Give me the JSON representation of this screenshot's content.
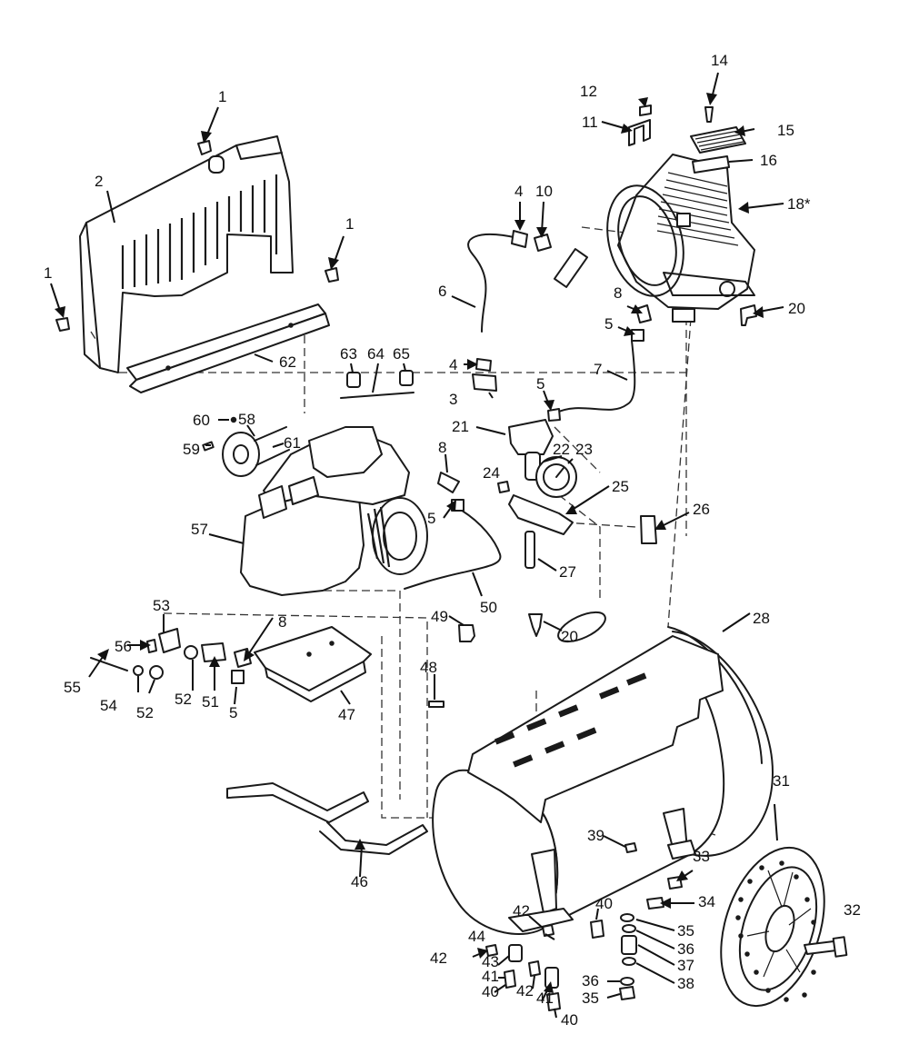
{
  "callouts": [
    {
      "id": "c1a",
      "text": "1"
    },
    {
      "id": "c1b",
      "text": "1"
    },
    {
      "id": "c1c",
      "text": "1"
    },
    {
      "id": "c2",
      "text": "2"
    },
    {
      "id": "c3",
      "text": "3"
    },
    {
      "id": "c4a",
      "text": "4"
    },
    {
      "id": "c4b",
      "text": "4"
    },
    {
      "id": "c5a",
      "text": "5"
    },
    {
      "id": "c5b",
      "text": "5"
    },
    {
      "id": "c5c",
      "text": "5"
    },
    {
      "id": "c5d",
      "text": "5"
    },
    {
      "id": "c6",
      "text": "6"
    },
    {
      "id": "c7",
      "text": "7"
    },
    {
      "id": "c8a",
      "text": "8"
    },
    {
      "id": "c8b",
      "text": "8"
    },
    {
      "id": "c8c",
      "text": "8"
    },
    {
      "id": "c10",
      "text": "10"
    },
    {
      "id": "c11",
      "text": "11"
    },
    {
      "id": "c12",
      "text": "12"
    },
    {
      "id": "c14",
      "text": "14"
    },
    {
      "id": "c15",
      "text": "15"
    },
    {
      "id": "c16",
      "text": "16"
    },
    {
      "id": "c18",
      "text": "18*"
    },
    {
      "id": "c20a",
      "text": "20"
    },
    {
      "id": "c20b",
      "text": "20"
    },
    {
      "id": "c21",
      "text": "21"
    },
    {
      "id": "c22",
      "text": "22"
    },
    {
      "id": "c23",
      "text": "23"
    },
    {
      "id": "c24",
      "text": "24"
    },
    {
      "id": "c25",
      "text": "25"
    },
    {
      "id": "c26",
      "text": "26"
    },
    {
      "id": "c27",
      "text": "27"
    },
    {
      "id": "c28",
      "text": "28"
    },
    {
      "id": "c31",
      "text": "31"
    },
    {
      "id": "c32",
      "text": "32"
    },
    {
      "id": "c33",
      "text": "33"
    },
    {
      "id": "c34",
      "text": "34"
    },
    {
      "id": "c35a",
      "text": "35"
    },
    {
      "id": "c35b",
      "text": "35"
    },
    {
      "id": "c36a",
      "text": "36"
    },
    {
      "id": "c36b",
      "text": "36"
    },
    {
      "id": "c37",
      "text": "37"
    },
    {
      "id": "c38",
      "text": "38"
    },
    {
      "id": "c39",
      "text": "39"
    },
    {
      "id": "c40a",
      "text": "40"
    },
    {
      "id": "c40b",
      "text": "40"
    },
    {
      "id": "c40c",
      "text": "40"
    },
    {
      "id": "c41a",
      "text": "41"
    },
    {
      "id": "c41b",
      "text": "41"
    },
    {
      "id": "c42a",
      "text": "42"
    },
    {
      "id": "c42b",
      "text": "42"
    },
    {
      "id": "c42c",
      "text": "42"
    },
    {
      "id": "c43",
      "text": "43"
    },
    {
      "id": "c44",
      "text": "44"
    },
    {
      "id": "c46",
      "text": "46"
    },
    {
      "id": "c47",
      "text": "47"
    },
    {
      "id": "c48",
      "text": "48"
    },
    {
      "id": "c49",
      "text": "49"
    },
    {
      "id": "c50",
      "text": "50"
    },
    {
      "id": "c51",
      "text": "51"
    },
    {
      "id": "c52a",
      "text": "52"
    },
    {
      "id": "c52b",
      "text": "52"
    },
    {
      "id": "c53",
      "text": "53"
    },
    {
      "id": "c54",
      "text": "54"
    },
    {
      "id": "c55",
      "text": "55"
    },
    {
      "id": "c56",
      "text": "56"
    },
    {
      "id": "c57",
      "text": "57"
    },
    {
      "id": "c58",
      "text": "58"
    },
    {
      "id": "c59",
      "text": "59"
    },
    {
      "id": "c60",
      "text": "60"
    },
    {
      "id": "c61",
      "text": "61"
    },
    {
      "id": "c62",
      "text": "62"
    },
    {
      "id": "c63",
      "text": "63"
    },
    {
      "id": "c64",
      "text": "64"
    },
    {
      "id": "c65",
      "text": "65"
    }
  ]
}
